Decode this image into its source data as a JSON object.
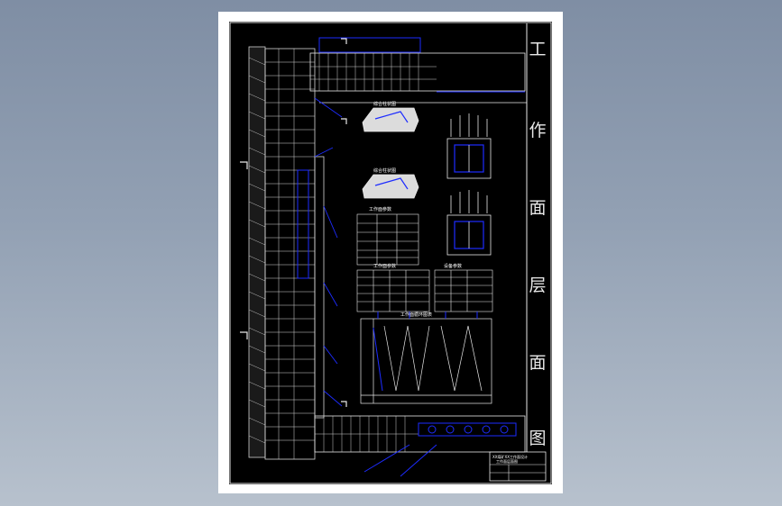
{
  "drawing": {
    "vertical_title": [
      "工",
      "作",
      "面",
      "层",
      "面",
      "图"
    ],
    "label_top_left": "综合柱状图",
    "label_top_left_2": "综合柱状图",
    "label_table_1": "工作面参数",
    "label_table_2": "工作面参数",
    "label_table_3": "设备参数",
    "label_chart": "工作面循环图表",
    "titleblock_line_1": "XX煤矿XX工作面设计",
    "titleblock_line_2": "工作面层面图"
  },
  "colors": {
    "background_gradient_top": "#7f8ea4",
    "sheet": "#ffffff",
    "cad_background": "#000000",
    "line_white": "#e8e8e8",
    "line_blue": "#1d2cff"
  }
}
